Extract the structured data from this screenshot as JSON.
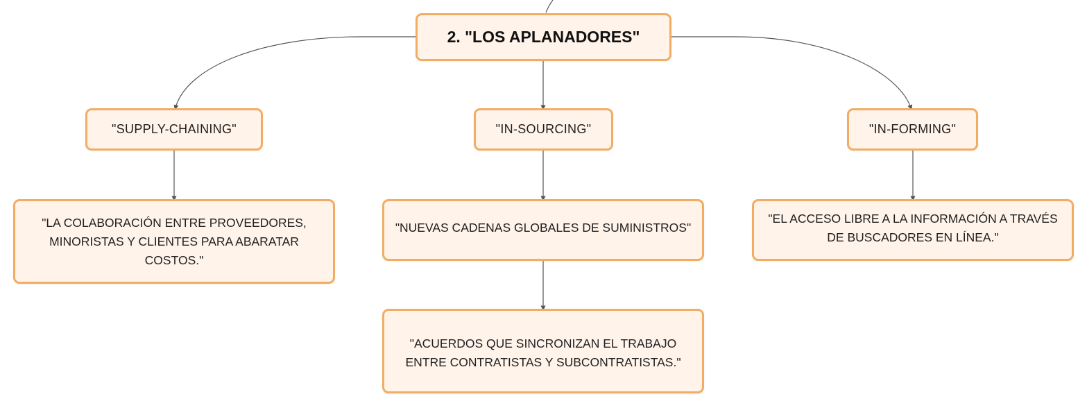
{
  "diagram": {
    "root": {
      "label": "2. \"LOS APLANADORES\""
    },
    "branches": [
      {
        "label": "\"SUPPLY-CHAINING\"",
        "descriptions": [
          "\"LA COLABORACIÓN ENTRE PROVEEDORES, MINORISTAS Y CLIENTES PARA ABARATAR COSTOS.\""
        ]
      },
      {
        "label": "\"IN-SOURCING\"",
        "descriptions": [
          "\"NUEVAS CADENAS GLOBALES DE SUMINISTROS\"",
          "\"ACUERDOS QUE SINCRONIZAN EL TRABAJO ENTRE CONTRATISTAS Y SUBCONTRATISTAS.\""
        ]
      },
      {
        "label": "\"IN-FORMING\"",
        "descriptions": [
          "\"EL ACCESO LIBRE A LA INFORMACIÓN A TRAVÉS DE BUSCADORES EN LÍNEA.\""
        ]
      }
    ]
  },
  "colors": {
    "node_fill": "#fff3ea",
    "node_border": "#f1ad62",
    "connector": "#555555",
    "text": "#1f1f1f"
  }
}
